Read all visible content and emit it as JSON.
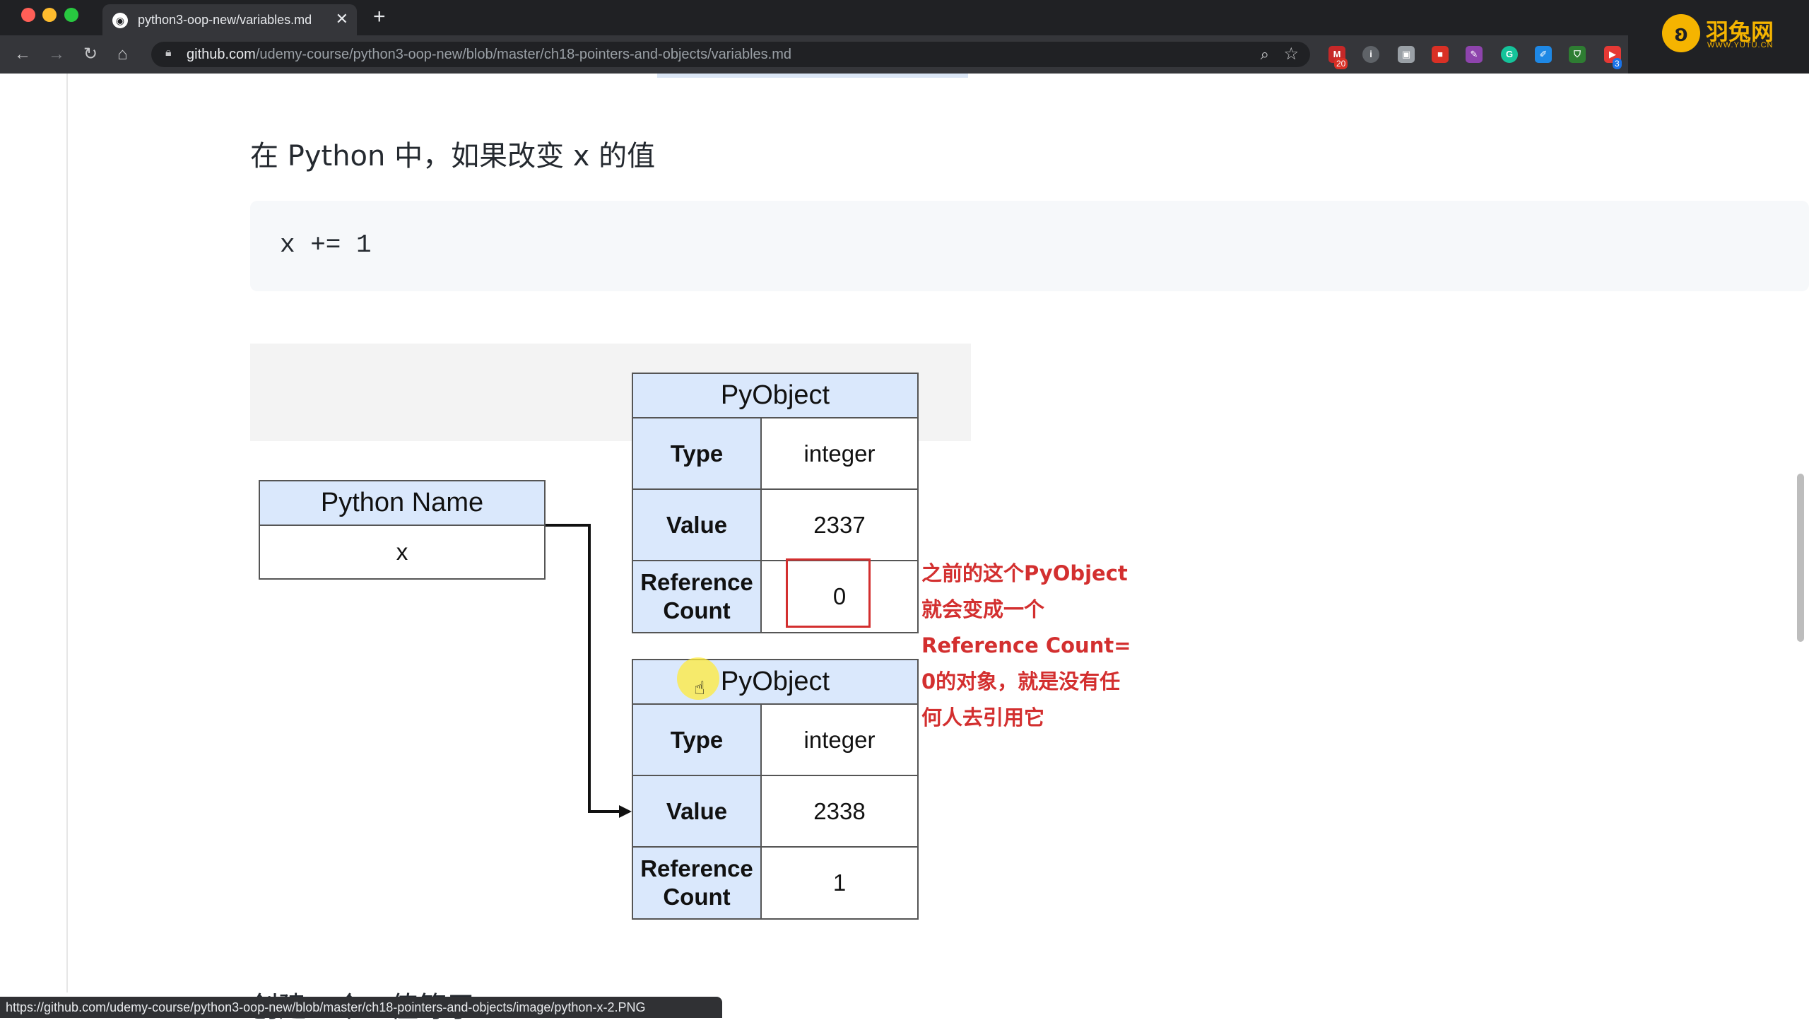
{
  "browser": {
    "tab_title": "python3-oop-new/variables.md",
    "new_tab": "+",
    "url_host": "github.com",
    "url_path": "/udemy-course/python3-oop-new/blob/master/ch18-pointers-and-objects/variables.md",
    "ext_badge_count": "20",
    "ext_badge_count2": "3",
    "status_url": "https://github.com/udemy-course/python3-oop-new/blob/master/ch18-pointers-and-objects/image/python-x-2.PNG"
  },
  "watermark": {
    "text": "羽兔网",
    "sub": "WWW.YUTU.CN"
  },
  "article": {
    "heading": "在 Python 中，如果改变 x 的值",
    "code": "x += 1",
    "next_heading": "创建一个...值等于"
  },
  "diagram": {
    "python_name": {
      "header": "Python Name",
      "value": "x"
    },
    "old_object": {
      "header": "PyObject",
      "type_label": "Type",
      "type_value": "integer",
      "value_label": "Value",
      "value_value": "2337",
      "ref_label_1": "Reference",
      "ref_label_2": "Count",
      "ref_value": "0"
    },
    "new_object": {
      "header": "PyObject",
      "type_label": "Type",
      "type_value": "integer",
      "value_label": "Value",
      "value_value": "2338",
      "ref_label_1": "Reference",
      "ref_label_2": "Count",
      "ref_value": "1"
    }
  },
  "annotation": {
    "lines": [
      "之前的这个PyObject",
      "就会变成一个",
      "Reference  Count=",
      "0的对象，就是没有任",
      "何人去引用它"
    ]
  },
  "colors": {
    "header_fill": "#dae8fc",
    "annotation": "#d32f2f"
  }
}
